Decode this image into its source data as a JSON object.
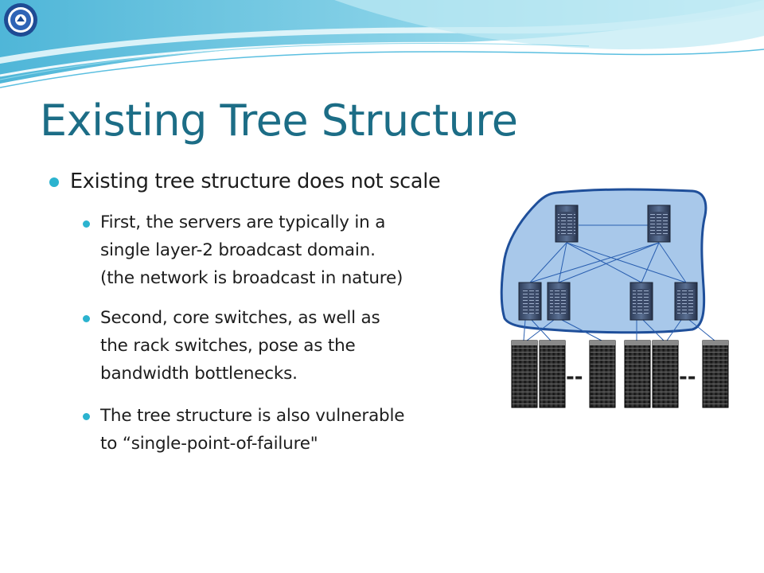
{
  "slide": {
    "title": "Existing Tree Structure",
    "bullets": [
      {
        "text": "Existing tree structure does not scale",
        "sub_bullets": [
          {
            "lines": [
              "First, the servers are typically in a",
              "single layer-2 broadcast domain.",
              "(the network is broadcast in nature)"
            ]
          },
          {
            "lines": [
              "Second, core switches, as well as",
              "the rack switches, pose as the",
              "bandwidth bottlenecks."
            ]
          },
          {
            "lines": [
              "The tree structure is also vulnerable",
              "to “single-point-of-failure\""
            ]
          }
        ]
      }
    ]
  },
  "diagram": {
    "ellipsis_left": "--",
    "ellipsis_right": "--"
  },
  "colors": {
    "title": "#1c6d86",
    "bullet": "#2bb3cf",
    "domain_fill": "#a8c8ea",
    "domain_stroke": "#1f4f9a",
    "link": "#2a5fb0"
  },
  "icons": [
    "university-logo-icon",
    "core-switch-icon",
    "aggregation-switch-icon",
    "server-rack-icon"
  ]
}
